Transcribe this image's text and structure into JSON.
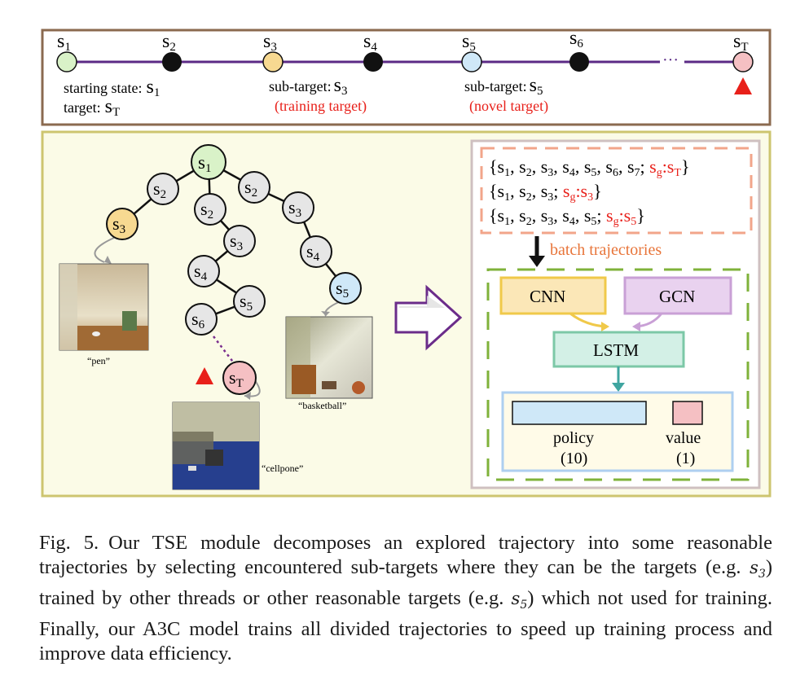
{
  "colors": {
    "top_border": "#8b6a4f",
    "bottom_border": "#cdc56f",
    "bottom_bg": "#fbfbe7",
    "path_line": "#5b2a86",
    "red": "#e8201a",
    "green_node": "#d9f2c8",
    "yellow_node": "#f7d991",
    "blue_node": "#cfe8f8",
    "pink_node": "#f5c0c3",
    "gray_node": "#e6e6e6",
    "cnn_fill": "#fbe7b7",
    "cnn_stroke": "#f0c94a",
    "gcn_fill": "#e9d2ef",
    "gcn_stroke": "#c9a0d6",
    "lstm_fill": "#d3f0e6",
    "lstm_stroke": "#7cc8a7",
    "dash_orange": "#f2a58a",
    "dash_green": "#7fb23a"
  },
  "top": {
    "states": [
      {
        "base": "s",
        "sub": "1",
        "color": "green"
      },
      {
        "base": "s",
        "sub": "2",
        "color": "black"
      },
      {
        "base": "s",
        "sub": "3",
        "color": "yellow"
      },
      {
        "base": "s",
        "sub": "4",
        "color": "black"
      },
      {
        "base": "s",
        "sub": "5",
        "color": "blue"
      },
      {
        "base": "s",
        "sub": "6",
        "color": "black"
      },
      {
        "base": "s",
        "sub": "T",
        "color": "pink"
      }
    ],
    "ellipsis": "···",
    "start_label": "starting state:",
    "start_state": {
      "base": "s",
      "sub": "1"
    },
    "target_label": "target:",
    "target_state": {
      "base": "s",
      "sub": "T"
    },
    "sub3_label": "sub-target:",
    "sub3_state": {
      "base": "s",
      "sub": "3"
    },
    "sub3_note": "(training target)",
    "sub5_label": "sub-target:",
    "sub5_state": {
      "base": "s",
      "sub": "5"
    },
    "sub5_note": "(novel target)"
  },
  "tree": {
    "nodes": [
      {
        "base": "s",
        "sub": "1"
      },
      {
        "base": "s",
        "sub": "2"
      },
      {
        "base": "s",
        "sub": "3"
      },
      {
        "base": "s",
        "sub": "2"
      },
      {
        "base": "s",
        "sub": "3"
      },
      {
        "base": "s",
        "sub": "4"
      },
      {
        "base": "s",
        "sub": "5"
      },
      {
        "base": "s",
        "sub": "6"
      },
      {
        "base": "s",
        "sub": "T"
      },
      {
        "base": "s",
        "sub": "2"
      },
      {
        "base": "s",
        "sub": "3"
      },
      {
        "base": "s",
        "sub": "4"
      },
      {
        "base": "s",
        "sub": "5"
      }
    ],
    "captions": {
      "pen": "“pen”",
      "basketball": "“basketball”",
      "cellphone": "“cellpone”"
    }
  },
  "batch": {
    "traj1": {
      "text": "{s",
      "subs": [
        "1",
        "2",
        "3",
        "4",
        "5",
        "6",
        "7"
      ],
      "goal": "s",
      "goal_sub": "g",
      "goal_target": "s",
      "goal_target_sub": "T"
    },
    "traj2": {
      "subs": [
        "1",
        "2",
        "3"
      ],
      "goal_target_sub": "3"
    },
    "traj3": {
      "subs": [
        "1",
        "2",
        "3",
        "4",
        "5"
      ],
      "goal_target_sub": "5"
    },
    "label": "batch trajectories"
  },
  "model": {
    "cnn": "CNN",
    "gcn": "GCN",
    "lstm": "LSTM",
    "policy": "policy",
    "policy_dim": "(10)",
    "value": "value",
    "value_dim": "(1)"
  },
  "caption": {
    "label": "Fig. 5.",
    "p1": "Our TSE module decomposes an explored trajectory into some reasonable trajectories by selecting encountered sub-targets where they can be the targets (e.g. ",
    "v1": "s",
    "v1sub": "3",
    "p2": ") trained by other threads or other reasonable targets (e.g. ",
    "v2": "s",
    "v2sub": "5",
    "p3": ") which not used for training. Finally, our A3C model trains all divided trajectories to speed up training process and improve data efficiency."
  }
}
